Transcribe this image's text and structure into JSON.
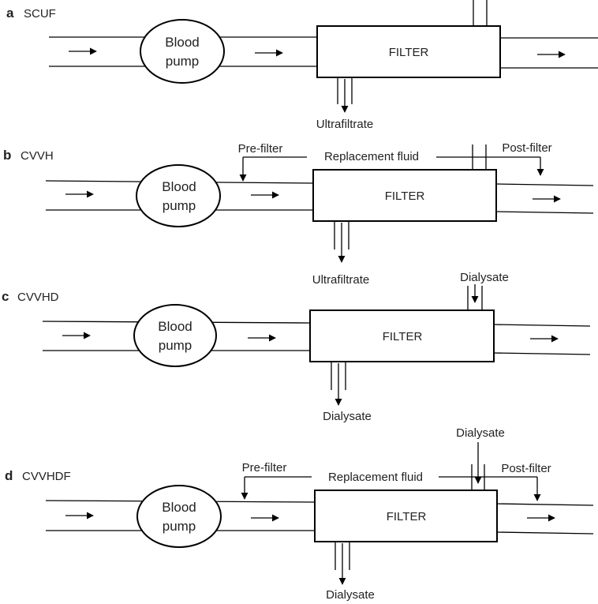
{
  "labels": {
    "blood_pump_line1": "Blood",
    "blood_pump_line2": "pump",
    "filter": "FILTER",
    "ultrafiltrate": "Ultrafiltrate",
    "dialysate": "Dialysate",
    "replacement_fluid": "Replacement fluid",
    "pre_filter": "Pre-filter",
    "post_filter": "Post-filter"
  },
  "panels": [
    {
      "letter": "a",
      "name": "SCUF"
    },
    {
      "letter": "b",
      "name": "CVVH"
    },
    {
      "letter": "c",
      "name": "CVVHD"
    },
    {
      "letter": "d",
      "name": "CVVHDF"
    }
  ]
}
